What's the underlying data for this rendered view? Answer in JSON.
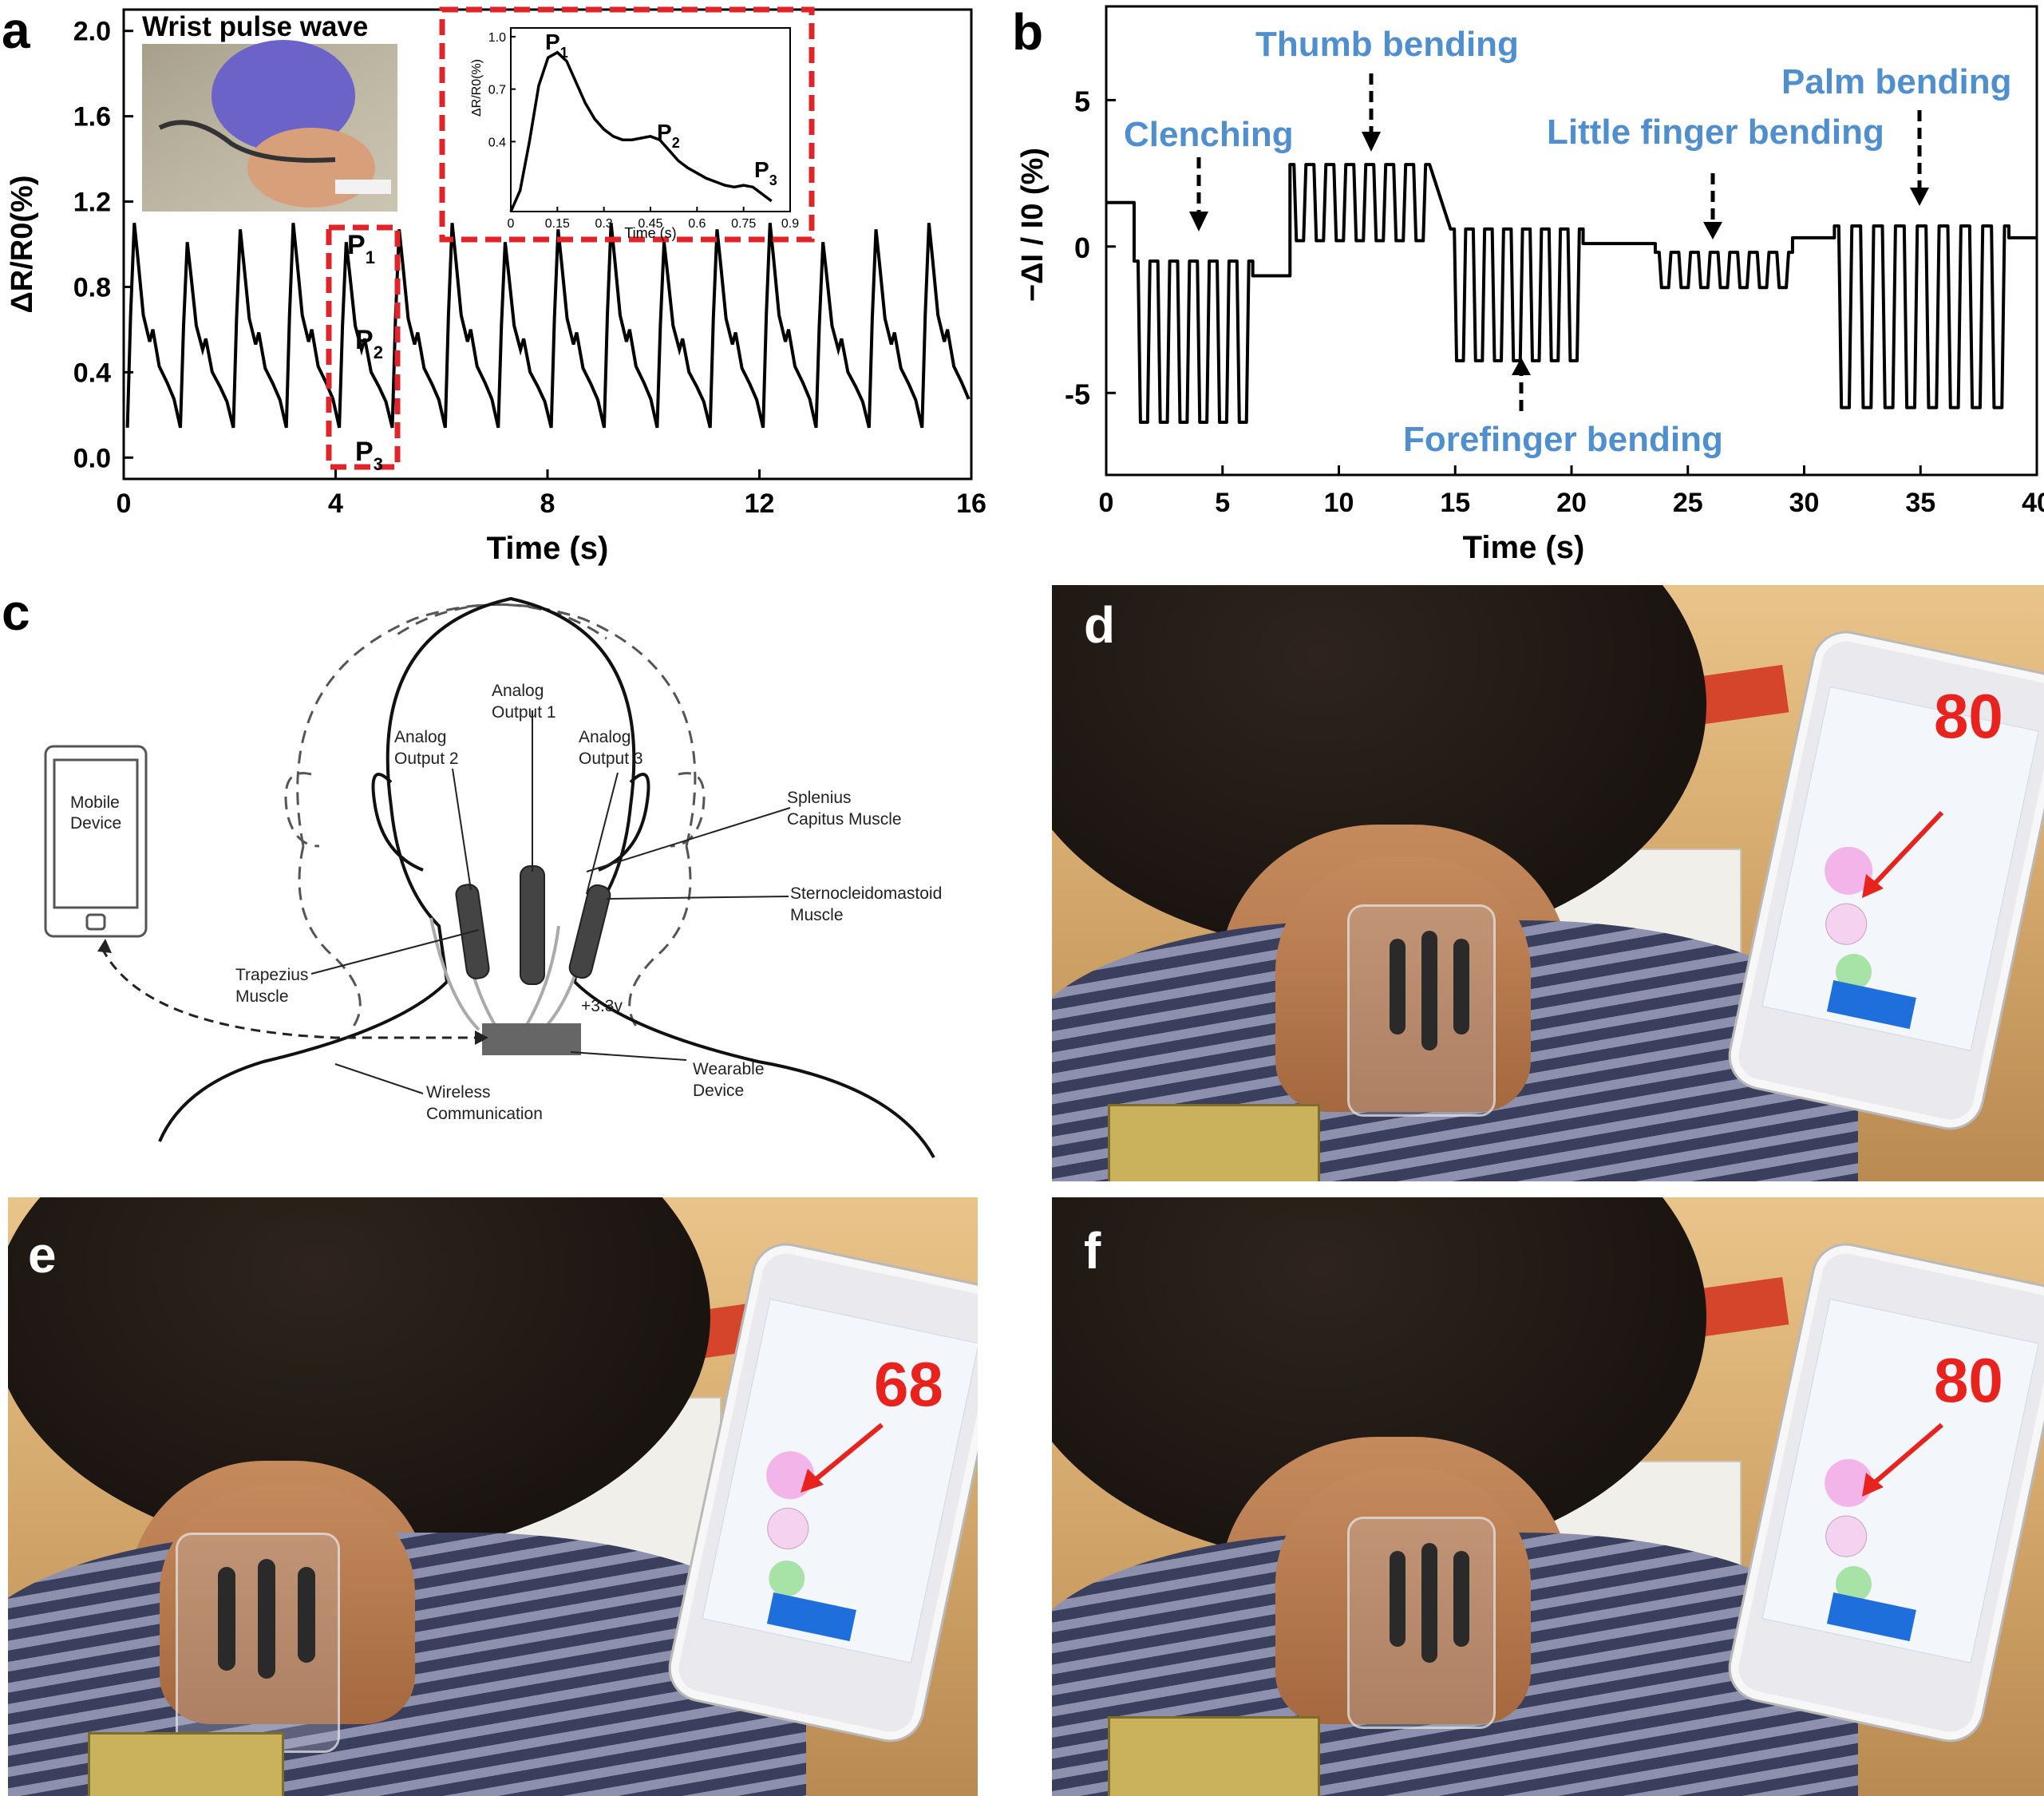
{
  "panel_labels": {
    "a": "a",
    "b": "b",
    "c": "c",
    "d": "d",
    "e": "e",
    "f": "f"
  },
  "colors": {
    "annotation_blue": "#4f8fcf",
    "red_dash": "#e0252a",
    "red_number": "#e8231d"
  },
  "panel_a": {
    "title": "Wrist pulse wave",
    "photo_alt": "wrist-sensor-photo",
    "peak_labels": {
      "p1": "P",
      "p1_sub": "1",
      "p2": "P",
      "p2_sub": "2",
      "p3": "P",
      "p3_sub": "3"
    },
    "inset": {
      "peak_labels": {
        "p1": "P",
        "p1_sub": "1",
        "p2": "P",
        "p2_sub": "2",
        "p3": "P",
        "p3_sub": "3"
      }
    }
  },
  "panel_b": {
    "annotations": {
      "clenching": "Clenching",
      "thumb": "Thumb bending",
      "little": "Little finger bending",
      "palm": "Palm bending",
      "forefinger": "Forefinger bending"
    }
  },
  "panel_c": {
    "mobile_device": "Mobile\nDevice",
    "analog_output_1": "Analog\nOutput 1",
    "analog_output_2": "Analog\nOutput 2",
    "analog_output_3": "Analog\nOutput 3",
    "splenius": "Splenius\nCapitus Muscle",
    "sternocleidomastoid": "Sternocleidomastoid\nMuscle",
    "trapezius": "Trapezius\nMuscle",
    "voltage": "+3.3v",
    "wearable": "Wearable\nDevice",
    "wireless": "Wireless\nCommunication"
  },
  "photos": {
    "d": {
      "number": "80"
    },
    "e": {
      "number": "68"
    },
    "f": {
      "number": "80"
    }
  },
  "chart_data": [
    {
      "id": "a-main",
      "type": "line",
      "title": "",
      "xlabel": "Time (s)",
      "ylabel": "ΔR/R0(%)",
      "xlim": [
        0,
        16
      ],
      "ylim": [
        -0.1,
        2.1
      ],
      "xticks": [
        0,
        4,
        8,
        12,
        16
      ],
      "yticks": [
        0.0,
        0.4,
        0.8,
        1.2,
        1.6,
        2.0
      ],
      "ytick_labels": [
        "0.0",
        "0.4",
        "0.8",
        "1.2",
        "1.6",
        "2.0"
      ],
      "series": [
        {
          "period_s": 1.0,
          "first_peak_s": 0.2,
          "baseline_min": 0.14,
          "peak_p1": 1.05,
          "peak_p2": 0.56,
          "peak_p3": 0.26
        }
      ]
    },
    {
      "id": "a-inset",
      "type": "line",
      "xlabel": "Time (s)",
      "ylabel": "ΔR/R0(%)",
      "xlim": [
        0,
        0.9
      ],
      "ylim": [
        0,
        1.05
      ],
      "xticks": [
        0,
        0.15,
        0.3,
        0.45,
        0.6,
        0.75,
        0.9
      ],
      "xtick_labels": [
        "0",
        "0.15",
        "0.3",
        "0.45",
        "0.6",
        "0.75",
        "0.9"
      ],
      "yticks": [
        0.4,
        0.7,
        1.0
      ],
      "ytick_labels": [
        "0.4",
        "0.7",
        "1.0"
      ],
      "series": [
        {
          "x": [
            0.0,
            0.03,
            0.06,
            0.09,
            0.12,
            0.15,
            0.18,
            0.21,
            0.24,
            0.27,
            0.3,
            0.33,
            0.36,
            0.39,
            0.42,
            0.45,
            0.48,
            0.51,
            0.54,
            0.57,
            0.6,
            0.63,
            0.66,
            0.69,
            0.72,
            0.75,
            0.78,
            0.81,
            0.84
          ],
          "y": [
            0.0,
            0.12,
            0.4,
            0.72,
            0.88,
            0.91,
            0.86,
            0.74,
            0.62,
            0.53,
            0.47,
            0.43,
            0.41,
            0.41,
            0.42,
            0.43,
            0.41,
            0.35,
            0.29,
            0.25,
            0.22,
            0.19,
            0.17,
            0.15,
            0.14,
            0.15,
            0.14,
            0.1,
            0.06
          ]
        }
      ]
    },
    {
      "id": "b",
      "type": "line",
      "xlabel": "Time (s)",
      "ylabel": "−ΔI / I0 (%)",
      "xlim": [
        0,
        40
      ],
      "ylim": [
        -7.8,
        8.2
      ],
      "xticks": [
        0,
        5,
        10,
        15,
        20,
        25,
        30,
        35,
        40
      ],
      "yticks": [
        -5,
        0,
        5
      ],
      "ytick_labels": [
        "-5",
        "0",
        "5"
      ],
      "segments": [
        {
          "name": "rest",
          "t0": 0,
          "t1": 1.2,
          "high": 1.5,
          "low": 1.5
        },
        {
          "name": "Clenching",
          "t0": 1.2,
          "t1": 6.3,
          "high": -0.5,
          "low": -6.0,
          "cycles": 6
        },
        {
          "name": "rest",
          "t0": 6.3,
          "t1": 7.9,
          "high": -1.0,
          "low": -1.0
        },
        {
          "name": "Thumb bending",
          "t0": 7.9,
          "t1": 13.9,
          "high": 2.8,
          "low": 0.2,
          "cycles": 7
        },
        {
          "name": "Forefinger bending",
          "t0": 14.8,
          "t1": 20.5,
          "high": 0.6,
          "low": -3.9,
          "cycles": 7
        },
        {
          "name": "rest",
          "t0": 20.5,
          "t1": 23.6,
          "high": 0.1,
          "low": 0.1
        },
        {
          "name": "Little finger bending",
          "t0": 23.6,
          "t1": 29.5,
          "high": -0.2,
          "low": -1.4,
          "cycles": 7
        },
        {
          "name": "rest",
          "t0": 29.5,
          "t1": 31.3,
          "high": 0.3,
          "low": 0.3
        },
        {
          "name": "Palm bending",
          "t0": 31.3,
          "t1": 38.8,
          "high": 0.7,
          "low": -5.5,
          "cycles": 8
        },
        {
          "name": "rest",
          "t0": 38.8,
          "t1": 40,
          "high": 0.3,
          "low": 0.3
        }
      ]
    }
  ]
}
